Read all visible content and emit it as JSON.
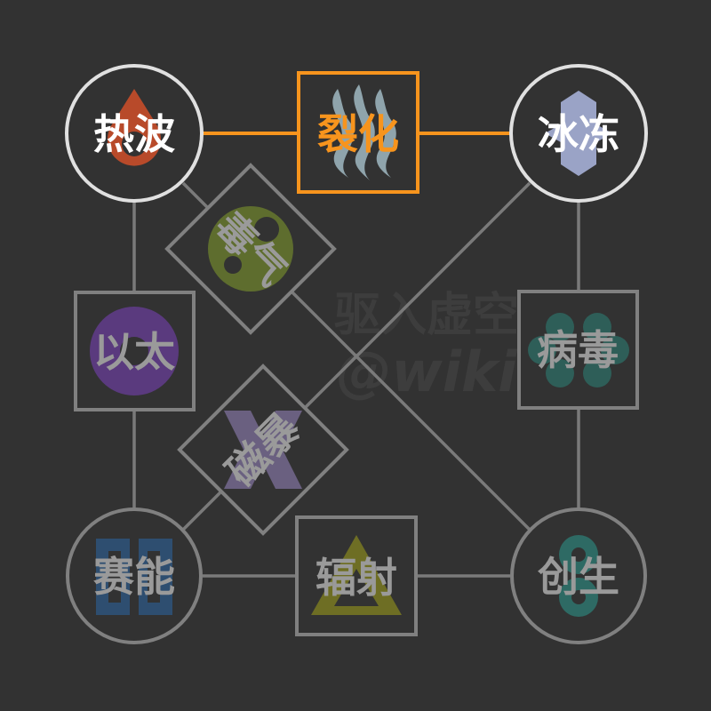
{
  "watermark": {
    "line1": "驱入虚空",
    "line2": "@wiki"
  },
  "colors": {
    "background": "#323232",
    "active": "#f7941d",
    "inactive": "#808080",
    "ring_white": "#e0e0e0",
    "line": "#7a7a7a"
  },
  "nodes": {
    "heatwave": {
      "label": "热波",
      "icon": "flame-drop-icon",
      "color": "#b84a2a"
    },
    "fission": {
      "label": "裂化",
      "icon": "wisps-icon",
      "color": "#8fa4ac"
    },
    "freeze": {
      "label": "冰冻",
      "icon": "hexagon-crystal-icon",
      "color": "#9aa3c6"
    },
    "toxin": {
      "label": "毒气",
      "icon": "spore-icon",
      "color": "#5e6d2e"
    },
    "ether": {
      "label": "以太",
      "icon": "circle-orb-icon",
      "color": "#5a3a7e"
    },
    "virus": {
      "label": "病毒",
      "icon": "cluster-icon",
      "color": "#2e5e58"
    },
    "magstorm": {
      "label": "磁暴",
      "icon": "x-shape-icon",
      "color": "#6a6080"
    },
    "psionic": {
      "label": "赛能",
      "icon": "bracket-blocks-icon",
      "color": "#2e4e70"
    },
    "radiation": {
      "label": "辐射",
      "icon": "triangle-icon",
      "color": "#6e6e24"
    },
    "genesis": {
      "label": "创生",
      "icon": "double-ring-icon",
      "color": "#2e6a64"
    }
  }
}
